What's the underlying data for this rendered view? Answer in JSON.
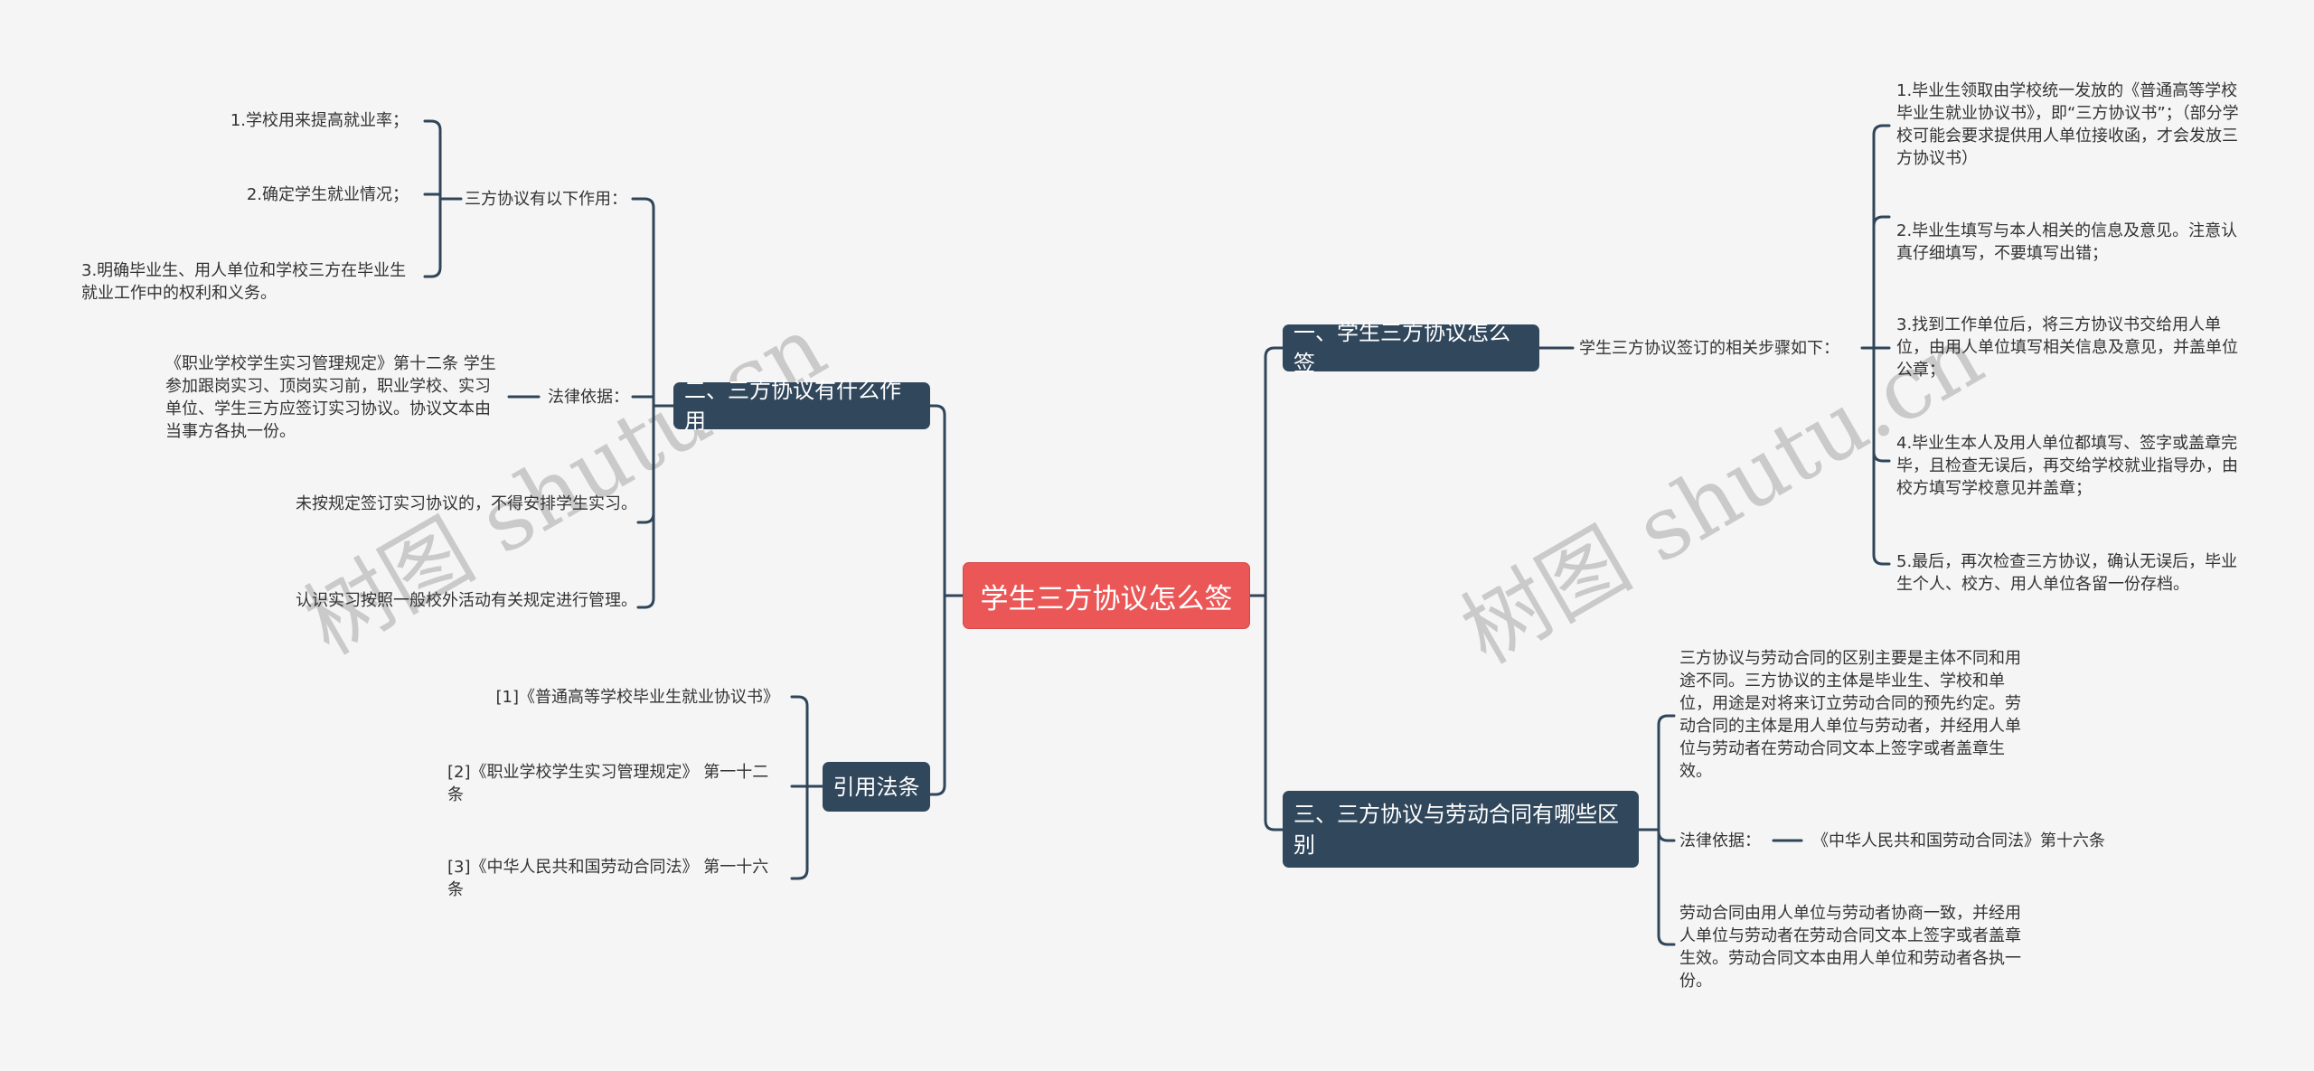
{
  "root": {
    "label": "学生三方协议怎么签"
  },
  "watermark": "树图 shutu.cn",
  "branch1": {
    "label": "一、学生三方协议怎么签",
    "sub": "学生三方协议签订的相关步骤如下：",
    "steps": [
      "1.毕业生领取由学校统一发放的《普通高等学校毕业生就业协议书》，即“三方协议书”；（部分学校可能会要求提供用人单位接收函，才会发放三方协议书）",
      "2.毕业生填写与本人相关的信息及意见。注意认真仔细填写，不要填写出错；",
      "3.找到工作单位后，将三方协议书交给用人单位，由用人单位填写相关信息及意见，并盖单位公章；",
      "4.毕业生本人及用人单位都填写、签字或盖章完毕，且检查无误后，再交给学校就业指导办，由校方填写学校意见并盖章；",
      "5.最后，再次检查三方协议，确认无误后，毕业生个人、校方、用人单位各留一份存档。"
    ]
  },
  "branch2": {
    "label": "二、三方协议有什么作用",
    "functions_label": "三方协议有以下作用：",
    "functions": [
      "1.学校用来提高就业率；",
      "2.确定学生就业情况；",
      "3.明确毕业生、用人单位和学校三方在毕业生就业工作中的权利和义务。"
    ],
    "legal_label": "法律依据：",
    "legal_text": "《职业学校学生实习管理规定》第十二条 学生参加跟岗实习、顶岗实习前，职业学校、实习单位、学生三方应签订实习协议。协议文本由当事方各执一份。",
    "note1": "未按规定签订实习协议的，不得安排学生实习。",
    "note2": "认识实习按照一般校外活动有关规定进行管理。"
  },
  "branch3": {
    "label": "三、三方协议与劳动合同有哪些区别",
    "text1": "三方协议与劳动合同的区别主要是主体不同和用途不同。三方协议的主体是毕业生、学校和单位，用途是对将来订立劳动合同的预先约定。劳动合同的主体是用人单位与劳动者，并经用人单位与劳动者在劳动合同文本上签字或者盖章生效。",
    "legal_label": "法律依据：",
    "legal_ref": "《中华人民共和国劳动合同法》第十六条",
    "text3": "劳动合同由用人单位与劳动者协商一致，并经用人单位与劳动者在劳动合同文本上签字或者盖章生效。劳动合同文本由用人单位和劳动者各执一份。"
  },
  "citations": {
    "label": "引用法条",
    "items": [
      "[1]《普通高等学校毕业生就业协议书》",
      "[2]《职业学校学生实习管理规定》 第一十二条",
      "[3]《中华人民共和国劳动合同法》 第一十六条"
    ]
  }
}
